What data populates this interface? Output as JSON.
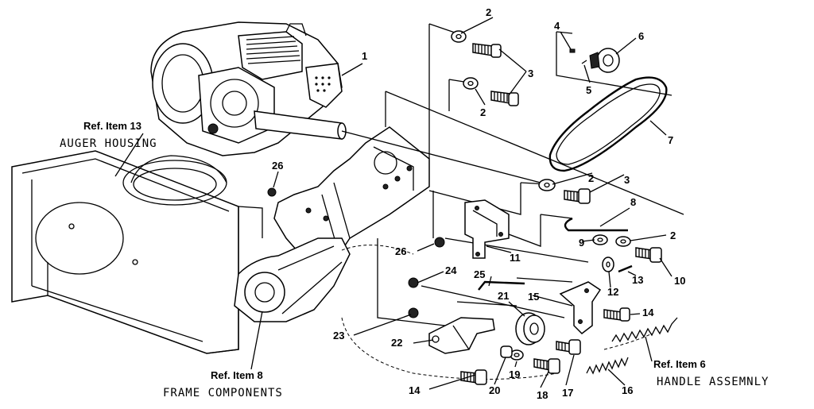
{
  "callouts": [
    {
      "id": "1",
      "text": "1"
    },
    {
      "id": "2a",
      "text": "2"
    },
    {
      "id": "2b",
      "text": "2"
    },
    {
      "id": "2c",
      "text": "2"
    },
    {
      "id": "2d",
      "text": "2"
    },
    {
      "id": "3a",
      "text": "3"
    },
    {
      "id": "3b",
      "text": "3"
    },
    {
      "id": "4",
      "text": "4"
    },
    {
      "id": "5",
      "text": "5"
    },
    {
      "id": "6",
      "text": "6"
    },
    {
      "id": "7",
      "text": "7"
    },
    {
      "id": "8",
      "text": "8"
    },
    {
      "id": "9",
      "text": "9"
    },
    {
      "id": "10",
      "text": "10"
    },
    {
      "id": "11",
      "text": "11"
    },
    {
      "id": "12",
      "text": "12"
    },
    {
      "id": "13",
      "text": "13"
    },
    {
      "id": "14a",
      "text": "14"
    },
    {
      "id": "14b",
      "text": "14"
    },
    {
      "id": "15",
      "text": "15"
    },
    {
      "id": "16",
      "text": "16"
    },
    {
      "id": "17",
      "text": "17"
    },
    {
      "id": "18",
      "text": "18"
    },
    {
      "id": "19",
      "text": "19"
    },
    {
      "id": "20",
      "text": "20"
    },
    {
      "id": "21",
      "text": "21"
    },
    {
      "id": "22",
      "text": "22"
    },
    {
      "id": "23",
      "text": "23"
    },
    {
      "id": "24",
      "text": "24"
    },
    {
      "id": "25",
      "text": "25"
    },
    {
      "id": "26a",
      "text": "26"
    },
    {
      "id": "26b",
      "text": "26"
    }
  ],
  "references": {
    "auger": {
      "ref": "Ref. Item 13",
      "caption": "AUGER HOUSING"
    },
    "frame": {
      "ref": "Ref. Item 8",
      "caption": "FRAME COMPONENTS"
    },
    "handle": {
      "ref": "Ref. Item 6",
      "caption": "HANDLE ASSEMNLY"
    }
  }
}
